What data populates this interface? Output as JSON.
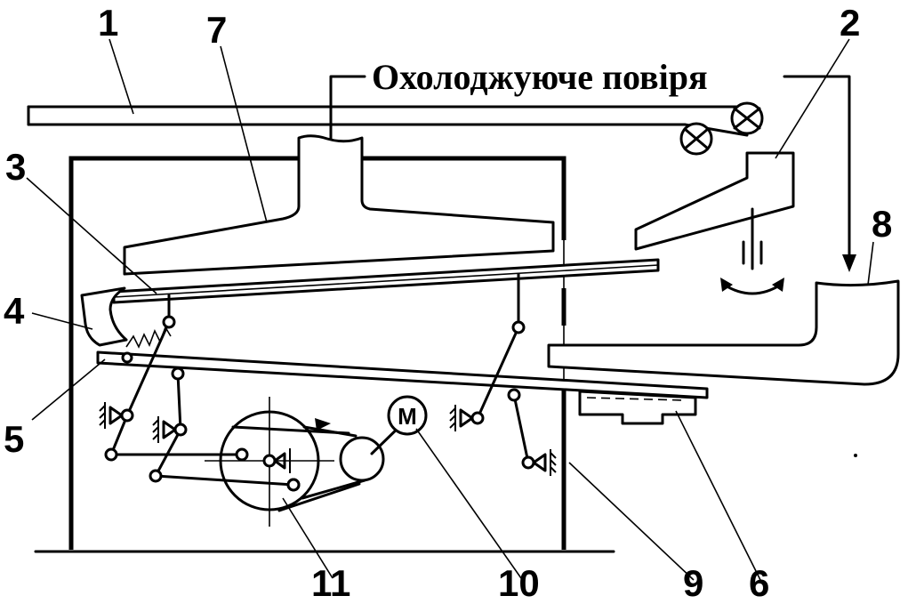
{
  "caption": "Охолоджуюче повіря",
  "motor_label": "М",
  "labels": {
    "conveyor": "1",
    "crusher": "2",
    "upper_grate": "3",
    "pusher": "4",
    "lower_grate": "5",
    "collector": "6",
    "cooling_hood": "7",
    "outlet_duct": "8",
    "wall": "9",
    "motor": "10",
    "crank_wheel": "11"
  }
}
